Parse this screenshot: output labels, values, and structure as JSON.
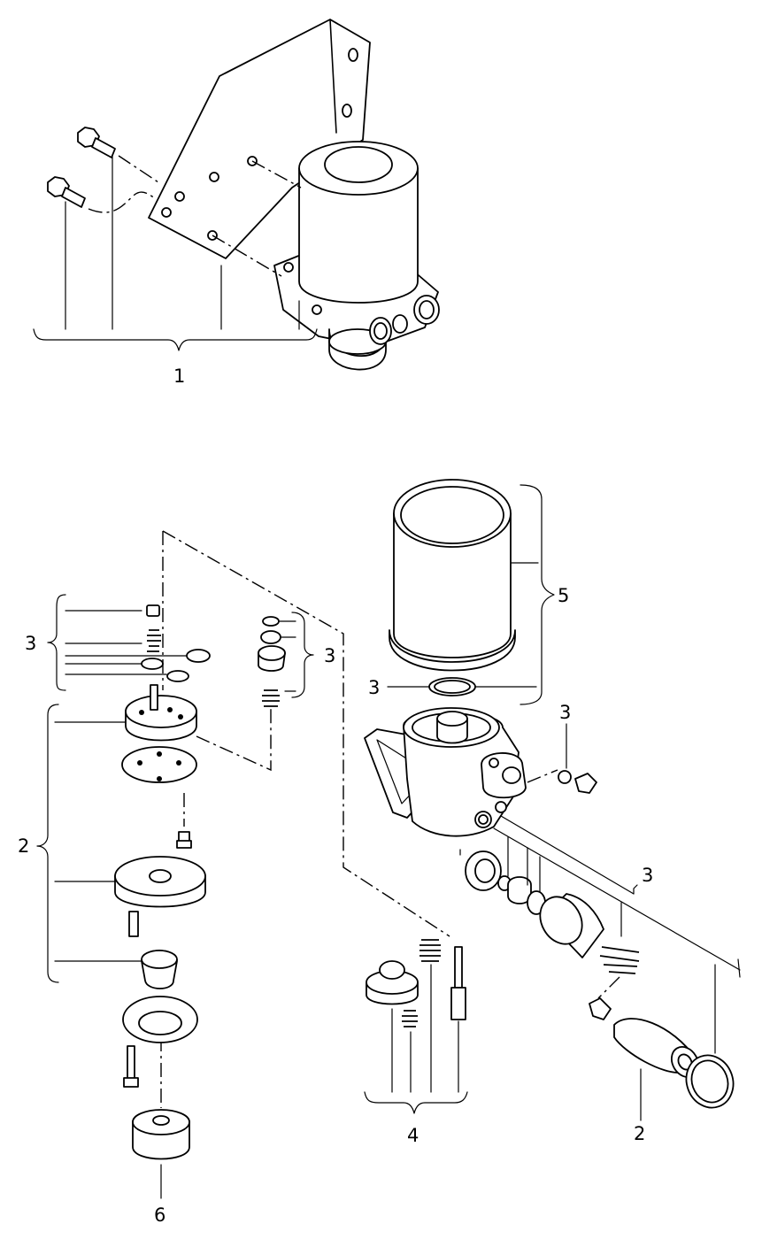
{
  "labels": {
    "top_assembly": "1",
    "kit_2_left": "2",
    "kit_3_left": "3",
    "kit_3_mid": "3",
    "kit_5": "5",
    "kit_3_seal": "3",
    "kit_3_bolt": "3",
    "kit_3_right": "3",
    "kit_2_right": "2",
    "kit_4": "4",
    "kit_6": "6"
  }
}
